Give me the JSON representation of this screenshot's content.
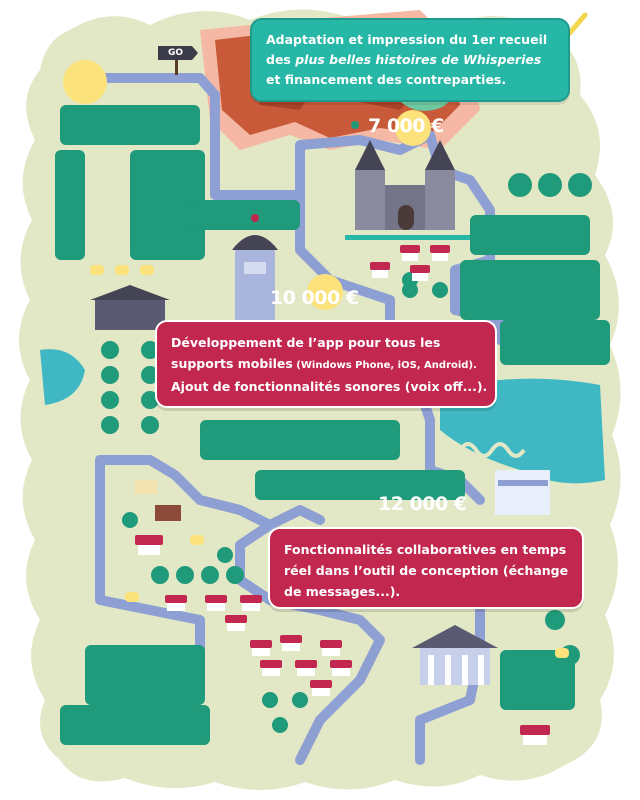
{
  "signpost": {
    "label": "GO"
  },
  "goals": [
    {
      "amount": "7 000 €"
    },
    {
      "amount": "10 000 €"
    },
    {
      "amount": "12 000 €"
    }
  ],
  "milestone1": {
    "line1": "Adaptation et impression du 1er recueil",
    "line2_prefix": "des ",
    "line2_italic": "plus belles histoires de Whisperies",
    "line3": "et financement des contreparties."
  },
  "milestone2": {
    "line1": "Développement de l’app pour tous les",
    "line2": "supports mobiles",
    "line2_small": " (Windows Phone, iOS, Android).",
    "line3": "Ajout de fonctionnalités sonores (voix off...)."
  },
  "milestone3": {
    "line1": "Fonctionnalités collaboratives en temps",
    "line2": "réel dans l’outil de conception (échange",
    "line3": "de messages...)."
  },
  "colors": {
    "grass": "#e2e8c6",
    "tree": "#1f9a7a",
    "road": "#8d9fd3",
    "water": "#3fb8c4",
    "mountain": "#c85a3a",
    "teal_bubble": "#27b7a6",
    "red_bubble": "#c2274f",
    "checkmark": "#f2d64b"
  }
}
